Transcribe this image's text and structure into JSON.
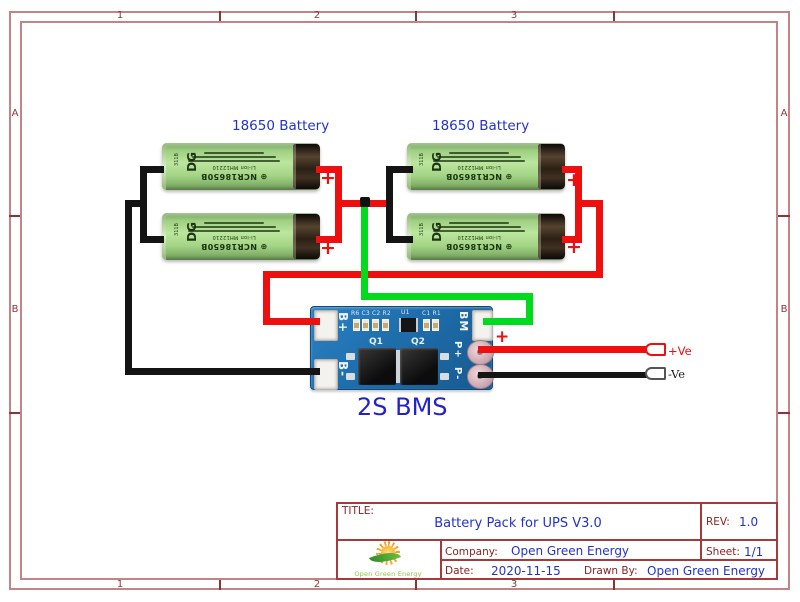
{
  "frame": {
    "cols": [
      "1",
      "2",
      "3"
    ],
    "rows": [
      "A",
      "B"
    ]
  },
  "diagram": {
    "battery_label_left": "18650 Battery",
    "battery_label_right": "18650 Battery",
    "bms_label": "2S BMS",
    "plus_sign": "+",
    "battery": {
      "model": "⊕ NCR18650B",
      "chem": "Li-ion MH12210",
      "logo": "DG",
      "side_code": "311B"
    },
    "bms_board": {
      "pad_b_plus": "B+",
      "pad_b_minus": "B-",
      "pad_bm": "BM",
      "pad_p_plus": "P+",
      "pad_p_minus": "P-",
      "q1": "Q1",
      "q2": "Q2",
      "u1": "U1",
      "r_row": "R6 C3 C2 R2",
      "c_row": "C1 R1"
    },
    "terminals": {
      "positive": "+Ve",
      "negative": "-Ve"
    },
    "colors": {
      "wire_positive": "#ee0f0f",
      "wire_negative": "#141414",
      "wire_balance": "#00db1e",
      "label_blue": "#2233cc",
      "frame_border": "#c28484",
      "titleblock_red": "#a63a3a"
    }
  },
  "title_block": {
    "title_label": "TITLE:",
    "title": "Battery Pack for UPS V3.0",
    "rev_label": "REV:",
    "rev": "1.0",
    "company_label": "Company:",
    "company": "Open Green Energy",
    "sheet_label": "Sheet:",
    "sheet": "1/1",
    "date_label": "Date:",
    "date": "2020-11-15",
    "drawn_by_label": "Drawn By:",
    "drawn_by": "Open Green Energy",
    "logo_text": "Open Green Energy"
  }
}
